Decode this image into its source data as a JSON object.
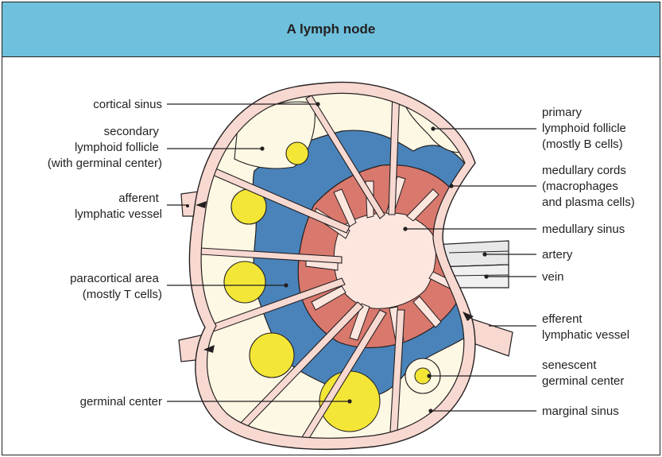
{
  "title": "A lymph node",
  "labels": {
    "cortical_sinus": [
      "cortical sinus"
    ],
    "secondary_follicle": [
      "secondary",
      "lymphoid follicle",
      "(with germinal center)"
    ],
    "afferent": [
      "afferent",
      "lymphatic vessel"
    ],
    "paracortical": [
      "paracortical area",
      "(mostly T cells)"
    ],
    "germinal_center": [
      "germinal center"
    ],
    "primary_follicle": [
      "primary",
      "lymphoid follicle",
      "(mostly B cells)"
    ],
    "medullary_cords": [
      "medullary cords",
      "(macrophages",
      "and plasma cells)"
    ],
    "medullary_sinus": [
      "medullary sinus"
    ],
    "artery": [
      "artery"
    ],
    "vein": [
      "vein"
    ],
    "efferent": [
      "efferent",
      "lymphatic vessel"
    ],
    "senescent": [
      "senescent",
      "germinal center"
    ],
    "marginal_sinus": [
      "marginal sinus"
    ]
  },
  "colors": {
    "header": "#6ec0dc",
    "capsule": "#f7d9d1",
    "cortex": "#fdf8e4",
    "paracortex": "#4a83b9",
    "medullary_cords": "#d9786d",
    "medullary_sinus": "#fde6de",
    "follicle": "#f3e636",
    "outline": "#231f20"
  }
}
